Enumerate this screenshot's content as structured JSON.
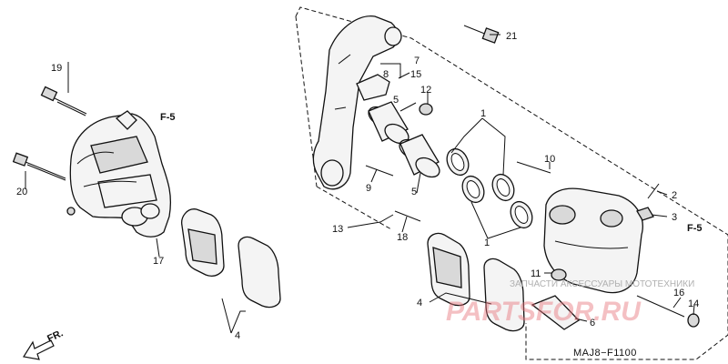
{
  "labels": {
    "l1a": "1",
    "l1b": "1",
    "l2": "2",
    "l3": "3",
    "l4a": "4",
    "l4b": "4",
    "l5a": "5",
    "l5b": "5",
    "l6": "6",
    "l7": "7",
    "l8": "8",
    "l9": "9",
    "l10": "10",
    "l11": "11",
    "l12": "12",
    "l13": "13",
    "l14": "14",
    "l15": "15",
    "l16": "16",
    "l17": "17",
    "l18": "18",
    "l19": "19",
    "l20": "20",
    "l21": "21"
  },
  "refs": {
    "f5_left": "F-5",
    "f5_right": "F-5"
  },
  "direction": {
    "fr": "FR."
  },
  "diagram_code": "MAJ8−F1100",
  "watermark": {
    "small": "ЗАПЧАСТИ АКСЕССУАРЫ МОТОТЕХНИКИ",
    "big": "PARTSFOR.RU"
  }
}
